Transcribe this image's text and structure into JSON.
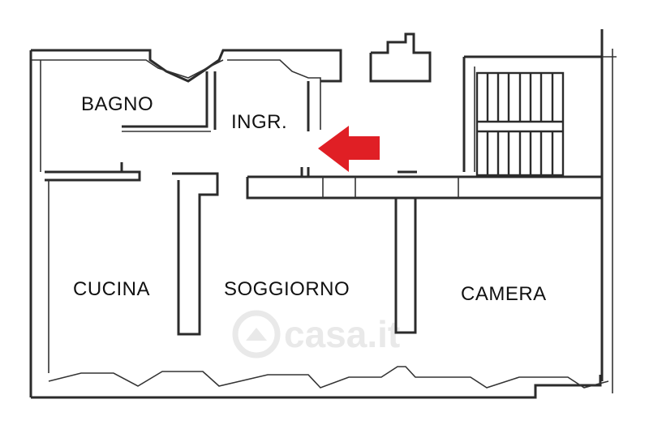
{
  "rooms": {
    "bagno": "BAGNO",
    "ingresso": "INGR.",
    "cucina": "CUCINA",
    "soggiorno": "SOGGIORNO",
    "camera": "CAMERA"
  },
  "watermark": "casa.it",
  "colors": {
    "wall": "#2b2b2b",
    "arrow": "#e01f25",
    "watermark": "#e9e9e9",
    "background": "#ffffff"
  },
  "icons": {
    "entrance": "arrow-left-icon"
  }
}
